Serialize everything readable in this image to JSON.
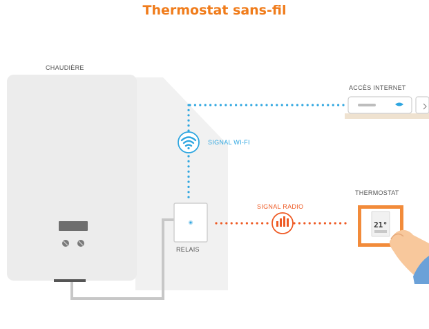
{
  "title": "Thermostat sans-fil",
  "labels": {
    "boiler": "CHAUDIÈRE",
    "internet": "ACCÈS INTERNET",
    "wifi": "SIGNAL WI-FI",
    "radio": "SIGNAL RADIO",
    "thermostat": "THERMOSTAT",
    "relay": "RELAIS"
  },
  "thermostat_display": "21°",
  "colors": {
    "title": "#f07c1b",
    "wifi": "#2ea6e0",
    "radio": "#ee5a24",
    "thermostat_frame": "#f28b3a",
    "label": "#555555"
  },
  "icons": [
    "wifi-icon",
    "radio-signal-icon",
    "hand-icon"
  ]
}
